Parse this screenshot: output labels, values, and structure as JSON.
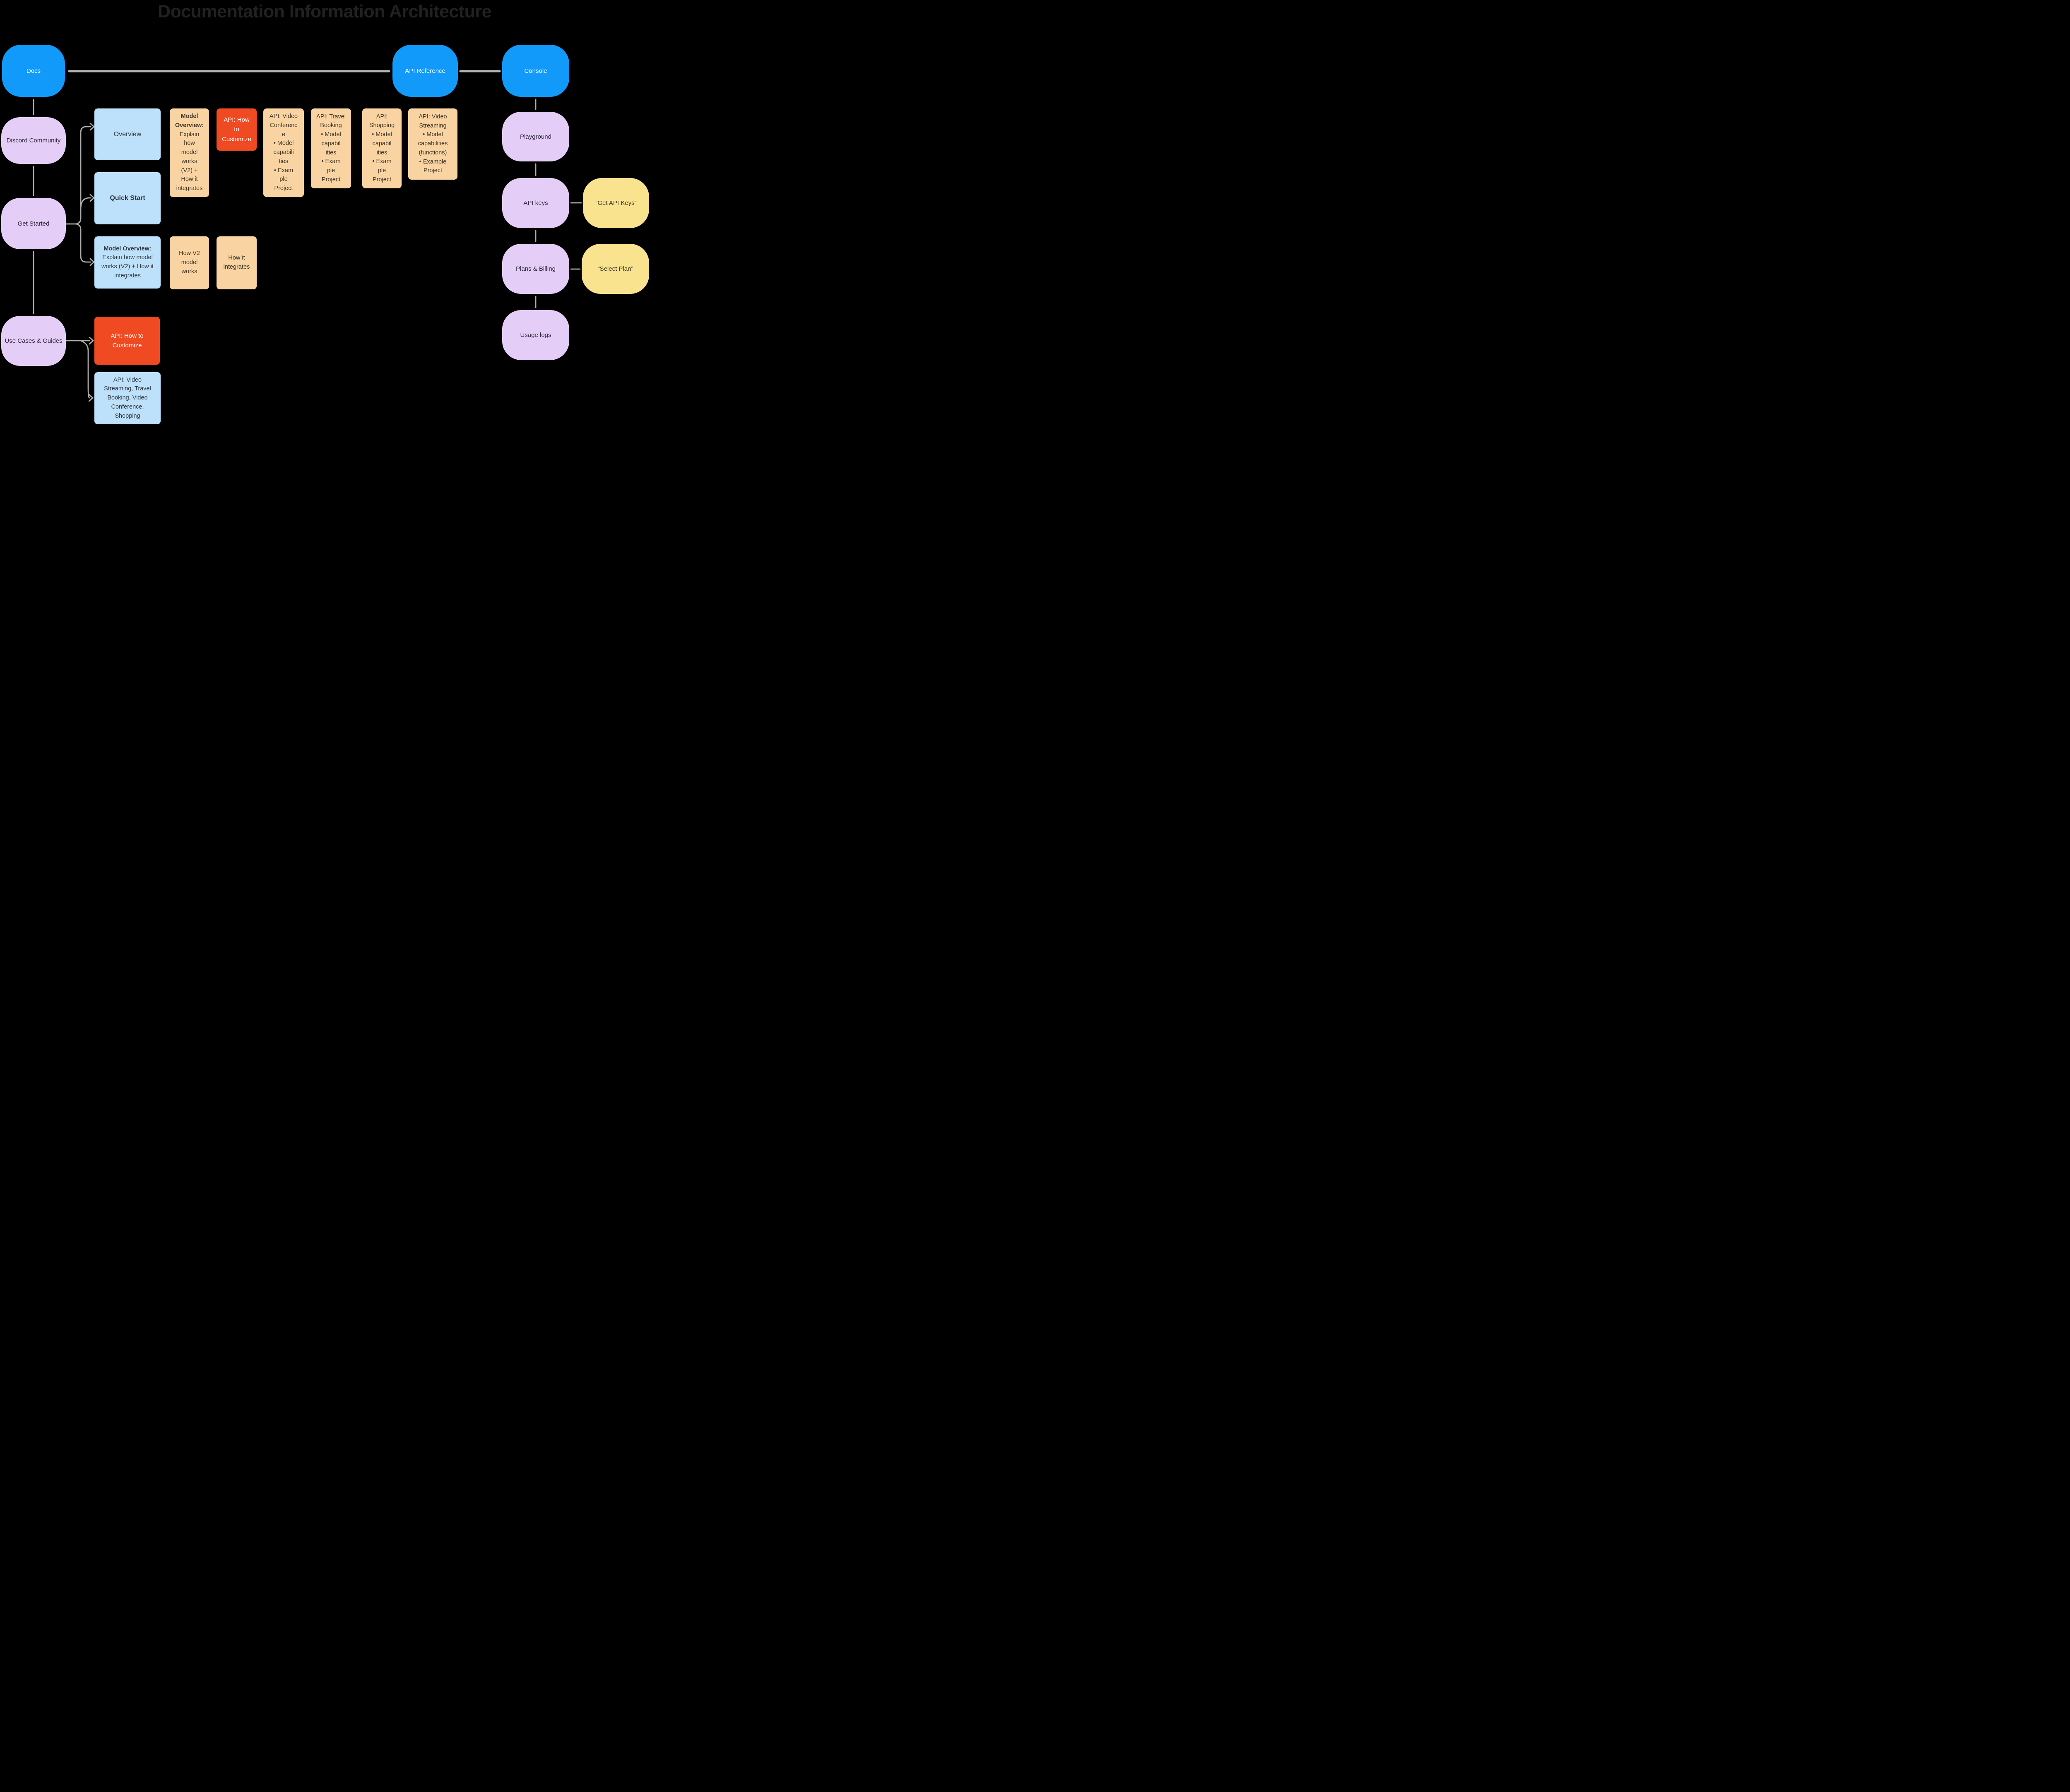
{
  "title": "Documentation Information Architecture",
  "colors": {
    "background": "#000000",
    "blue_node": "#119AFA",
    "purple_node": "#E4CEF8",
    "yellow_node": "#FAE38F",
    "light_blue_box": "#BDE1FB",
    "tan_box": "#F9D3A2",
    "red_box": "#F04A23",
    "connector": "#AFAFAF",
    "title_text": "#212121"
  },
  "top_nav": {
    "docs": "Docs",
    "api_reference": "API Reference",
    "console": "Console"
  },
  "left_column": {
    "discord_community": "Discord Community",
    "get_started": "Get Started",
    "use_cases": "Use Cases & Guides"
  },
  "get_started_children": {
    "overview": "Overview",
    "quick_start": "Quick Start",
    "model_overview": {
      "heading": "Model Overview:",
      "body": "Explain how model\nworks (V2) + How it\nintegrates"
    }
  },
  "detail_boxes": {
    "model_overview_tan": {
      "heading": "Model\nOverview:",
      "body": "Explain\nhow\nmodel\nworks\n(V2) +\nHow it\nintegrates"
    },
    "api_how_to_customize": "API: How\nto\nCustomize",
    "api_video_conference": "API: Video\nConferenc\ne\n•  Model\ncapabili\nties\n•  Exam\nple\nProject",
    "api_travel_booking": "API: Travel\nBooking\n•  Model\ncapabil\nities\n•  Exam\nple\nProject",
    "api_shopping": "API:\nShopping\n•  Model\ncapabil\nities\n•  Exam\nple\nProject",
    "api_video_streaming": "API: Video\nStreaming\n•  Model\ncapabilities\n(functions)\n•  Example\nProject",
    "how_v2_model_works": "How V2\nmodel\nworks",
    "how_it_integrates": "How it\nintegrates"
  },
  "use_cases_children": {
    "api_how_to_customize": "API: How to\nCustomize",
    "api_use_case_group": "API: Video\nStreaming, Travel\nBooking, Video\nConference,\nShopping"
  },
  "console_children": {
    "playground": "Playground",
    "api_keys": "API keys",
    "get_api_keys_label": "“Get API Keys”",
    "plans_billing": "Plans & Billing",
    "select_plan_label": "“Select Plan”",
    "usage_logs": "Usage logs"
  }
}
